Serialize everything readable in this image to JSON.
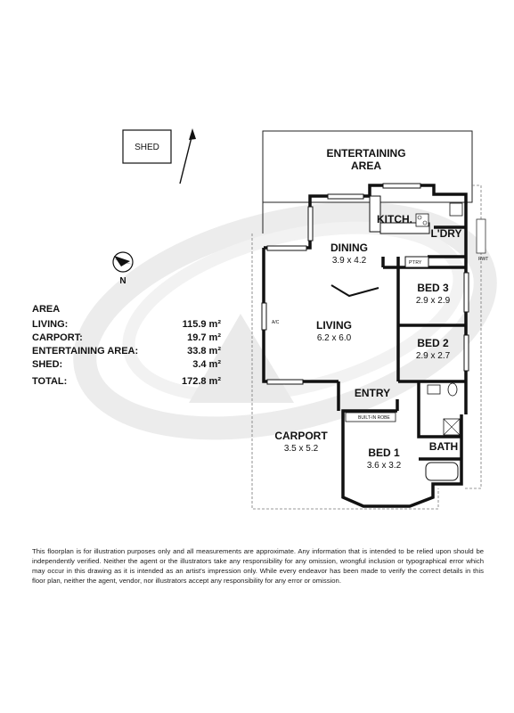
{
  "labels": {
    "shed": "SHED",
    "north": "N",
    "rwt": "RWT",
    "ac": "A/C",
    "ptry": "P'TRY",
    "built_in_robe": "BUILT-IN ROBE"
  },
  "rooms": {
    "entertaining_line1": "ENTERTAINING",
    "entertaining_line2": "AREA",
    "kitchen": "KITCH.",
    "laundry": "L'DRY",
    "dining": {
      "name": "DINING",
      "dims": "3.9 x 4.2"
    },
    "living": {
      "name": "LIVING",
      "dims": "6.2 x 6.0"
    },
    "bed3": {
      "name": "BED 3",
      "dims": "2.9 x 2.9"
    },
    "bed2": {
      "name": "BED 2",
      "dims": "2.9 x 2.7"
    },
    "entry": "ENTRY",
    "carport": {
      "name": "CARPORT",
      "dims": "3.5 x 5.2"
    },
    "bed1": {
      "name": "BED 1",
      "dims": "3.6 x 3.2"
    },
    "bath": "BATH"
  },
  "area": {
    "title": "AREA",
    "rows": [
      {
        "label": "LIVING:",
        "value": "115.9 m²"
      },
      {
        "label": "CARPORT:",
        "value": "19.7 m²"
      },
      {
        "label": "ENTERTAINING AREA:",
        "value": "33.8 m²"
      },
      {
        "label": "SHED:",
        "value": "3.4 m²"
      }
    ],
    "total": {
      "label": "TOTAL:",
      "value": "172.8 m²"
    }
  },
  "disclaimer": "This floorplan is for illustration purposes only and all measurements are approximate. Any information that is intended to be relied upon should be independently verified. Neither the agent or the illustrators take any responsibility for any omission, wrongful inclusion or typographical error which may occur in this drawing as it is intended as an artist's impression only. While every endeavor has been made to verify the correct details in this floor plan, neither the agent, vendor, nor illustrators accept any responsibility for any error or omission."
}
